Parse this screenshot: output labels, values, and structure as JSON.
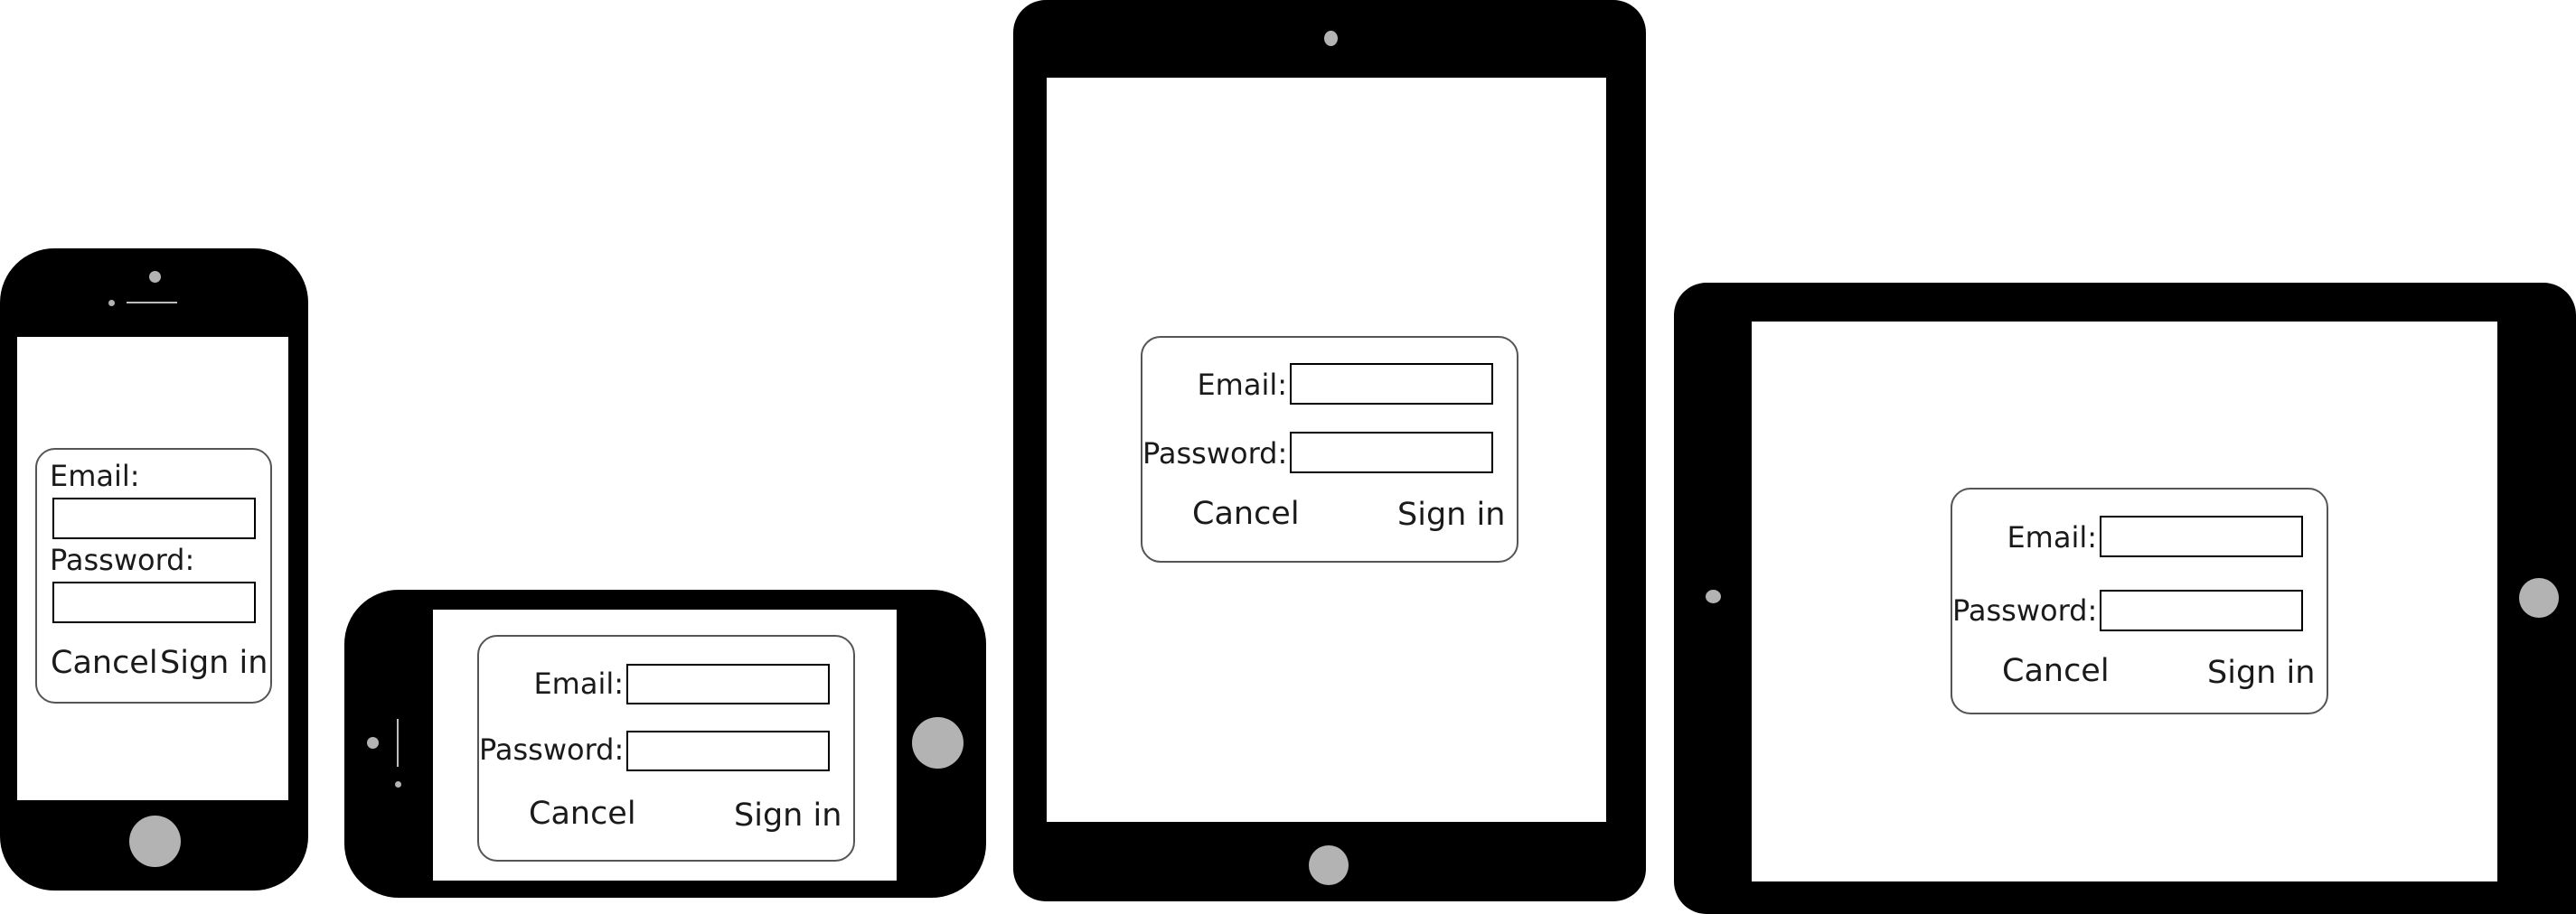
{
  "form": {
    "email_label": "Email:",
    "password_label": "Password:",
    "cancel_label": "Cancel",
    "signin_label": "Sign in"
  },
  "colors": {
    "device_body": "#000000",
    "screen": "#ffffff",
    "home_button": "#b3b3b3",
    "form_border": "#555555"
  },
  "devices": [
    {
      "name": "iphone-portrait"
    },
    {
      "name": "iphone-landscape"
    },
    {
      "name": "ipad-portrait"
    },
    {
      "name": "ipad-landscape"
    }
  ]
}
